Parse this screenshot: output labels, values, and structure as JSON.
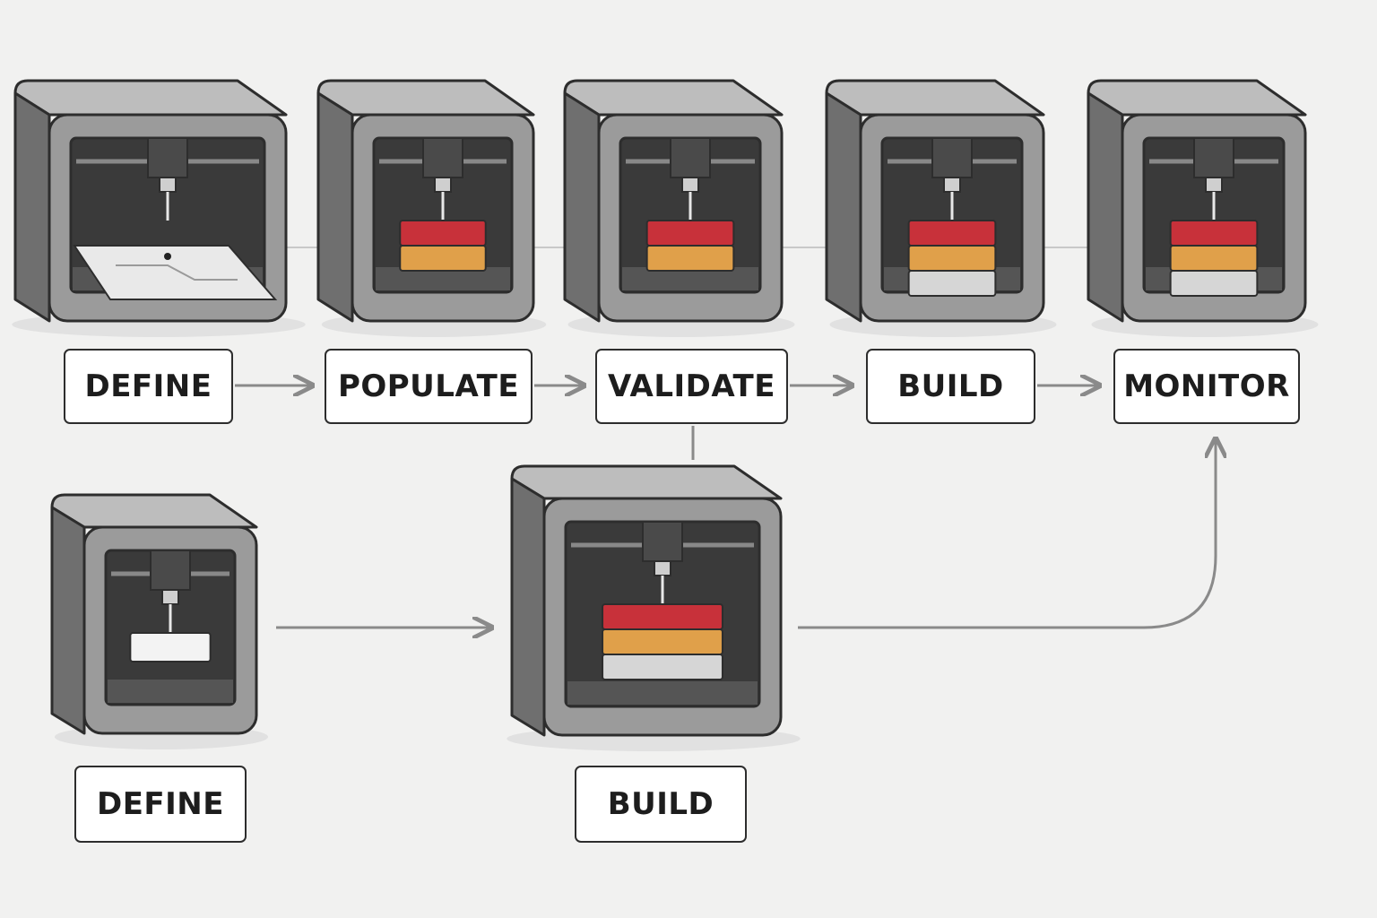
{
  "stages": [
    {
      "id": "define-1",
      "label": "DEFINE",
      "printer_content": "sheet"
    },
    {
      "id": "populate",
      "label": "POPULATE",
      "printer_content": "block",
      "layers": [
        "red",
        "orange"
      ]
    },
    {
      "id": "validate",
      "label": "VALIDATE",
      "printer_content": "block",
      "layers": [
        "red",
        "orange"
      ]
    },
    {
      "id": "build-1",
      "label": "BUILD",
      "printer_content": "block",
      "layers": [
        "red",
        "orange",
        "gray"
      ]
    },
    {
      "id": "monitor",
      "label": "MONITOR",
      "printer_content": "block",
      "layers": [
        "red",
        "orange",
        "gray"
      ]
    },
    {
      "id": "define-2",
      "label": "DEFINE",
      "printer_content": "block",
      "layers": [
        "white"
      ]
    },
    {
      "id": "build-2",
      "label": "BUILD",
      "printer_content": "block",
      "layers": [
        "red",
        "orange",
        "gray"
      ]
    }
  ],
  "colors": {
    "background": "#f1f1f0",
    "frame": "#9b9b9b",
    "frame_side": "#6f6f6f",
    "outline": "#2d2d2d",
    "interior": "#3a3a3a",
    "red": "#c8313a",
    "orange": "#e0a04a",
    "gray_layer": "#d6d6d6",
    "white_layer": "#f3f3f3",
    "arrow": "#8a8a8a"
  }
}
